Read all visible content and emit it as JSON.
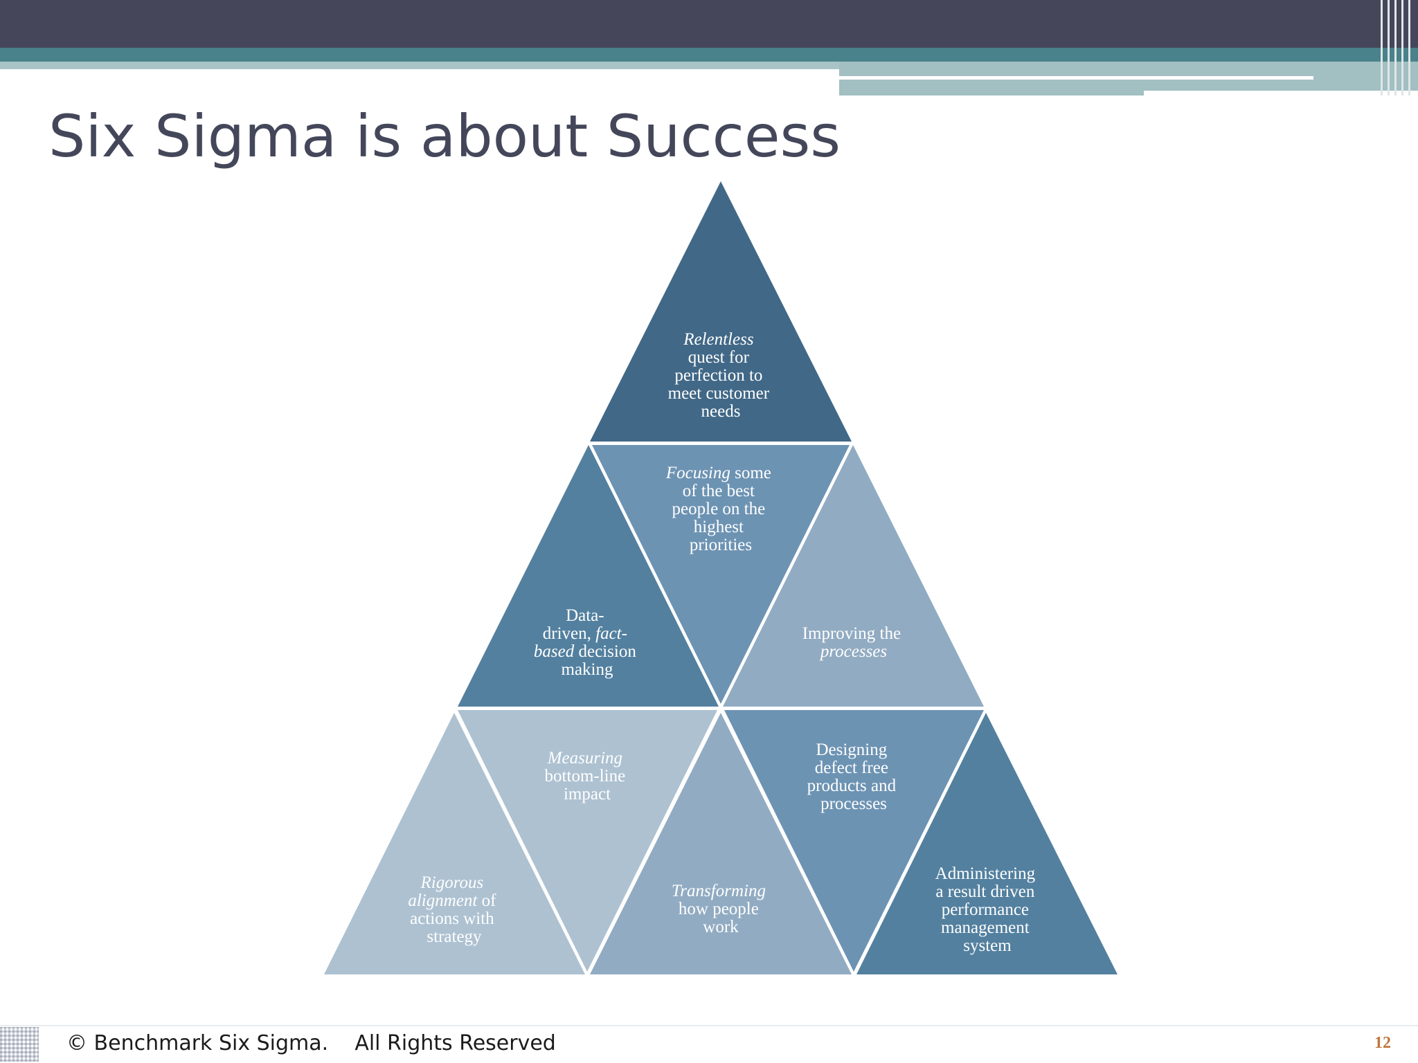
{
  "slide": {
    "title": "Six Sigma is about Success",
    "footer": "© Benchmark Six Sigma.    All Rights Reserved",
    "page_number": "12"
  },
  "colors": {
    "header_dark": "#45465a",
    "header_teal": "#49828a",
    "tri_darkest": "#416887",
    "tri_dark": "#53809f",
    "tri_mid": "#6d93b3",
    "tri_light": "#91abc2",
    "tri_lightest": "#adc1d1"
  },
  "pyramid": {
    "t1": [
      "Relentless",
      "quest for",
      "perfection to",
      "meet customer",
      "needs"
    ],
    "t2": [
      "Data-",
      "driven, fact-",
      "based decision",
      "making"
    ],
    "t3": [
      "Focusing some",
      "of the best",
      "people on the",
      "highest",
      "priorities"
    ],
    "t4": [
      "Improving the",
      "processes"
    ],
    "t5": [
      "Rigorous",
      "alignment of",
      "actions with",
      "strategy"
    ],
    "t6": [
      "Measuring",
      "bottom-line",
      "impact"
    ],
    "t7": [
      "Transforming",
      "how people",
      "work"
    ],
    "t8": [
      "Designing",
      "defect free",
      "products and",
      "processes"
    ],
    "t9": [
      "Administering",
      "a result driven",
      "performance",
      "management",
      "system"
    ]
  }
}
